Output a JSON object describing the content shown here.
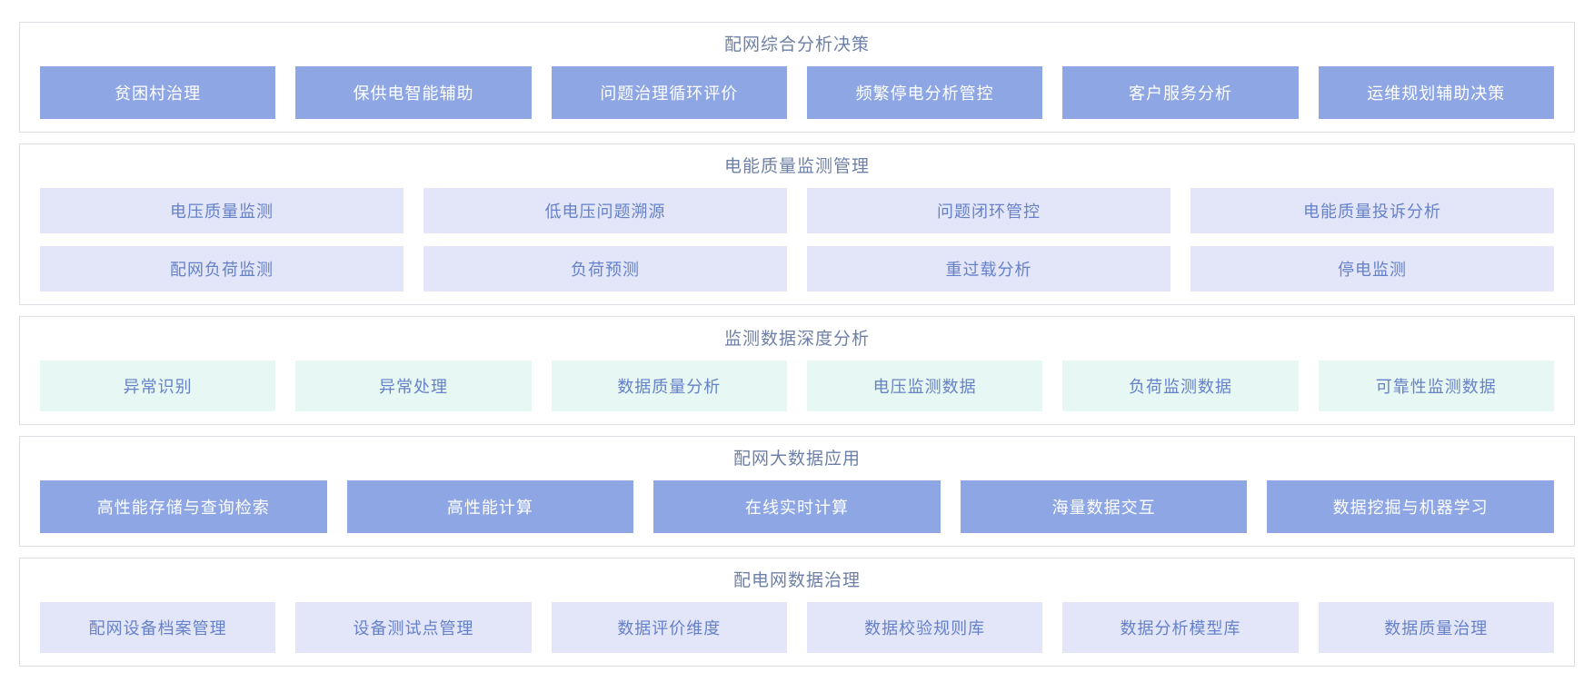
{
  "colors": {
    "page_bg": "#ffffff",
    "section_border": "#dadde2",
    "title_text": "#6e80a6",
    "dark_bg": "#8ea6e3",
    "dark_text": "#ffffff",
    "lavender_bg": "#e2e6f8",
    "mint_bg": "#e6f7f4",
    "light_text": "#6681c9"
  },
  "sections": [
    {
      "title": "配网综合分析决策",
      "style": "dark",
      "rows": [
        [
          "贫困村治理",
          "保供电智能辅助",
          "问题治理循环评价",
          "频繁停电分析管控",
          "客户服务分析",
          "运维规划辅助决策"
        ]
      ]
    },
    {
      "title": "电能质量监测管理",
      "style": "lavender",
      "rows": [
        [
          "电压质量监测",
          "低电压问题溯源",
          "问题闭环管控",
          "电能质量投诉分析"
        ],
        [
          "配网负荷监测",
          "负荷预测",
          "重过载分析",
          "停电监测"
        ]
      ]
    },
    {
      "title": "监测数据深度分析",
      "style": "mint",
      "rows": [
        [
          "异常识别",
          "异常处理",
          "数据质量分析",
          "电压监测数据",
          "负荷监测数据",
          "可靠性监测数据"
        ]
      ]
    },
    {
      "title": "配网大数据应用",
      "style": "dark",
      "rows": [
        [
          "高性能存储与查询检索",
          "高性能计算",
          "在线实时计算",
          "海量数据交互",
          "数据挖掘与机器学习"
        ]
      ]
    },
    {
      "title": "配电网数据治理",
      "style": "lavender",
      "rows": [
        [
          "配网设备档案管理",
          "设备测试点管理",
          "数据评价维度",
          "数据校验规则库",
          "数据分析模型库",
          "数据质量治理"
        ]
      ]
    }
  ]
}
